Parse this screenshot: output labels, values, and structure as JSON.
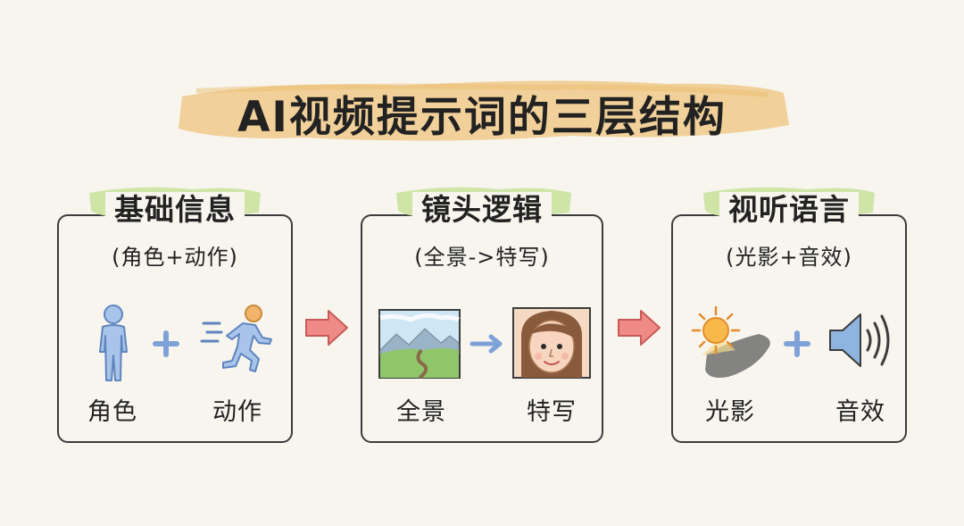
{
  "title": "AI视频提示词的三层结构",
  "colors": {
    "title_wash": "#f0c98a",
    "panel_title_wash": "#cfe5a8",
    "arrow": "#ef8a86",
    "plus": "#7ea2d8",
    "border": "#3c3c3c"
  },
  "panels": [
    {
      "title": "基础信息",
      "subtitle": "(角色+动作)",
      "left_label": "角色",
      "right_label": "动作",
      "left_icon": "person-standing-icon",
      "connector": "plus-icon",
      "right_icon": "person-running-icon"
    },
    {
      "title": "镜头逻辑",
      "subtitle": "(全景->特写)",
      "left_label": "全景",
      "right_label": "特写",
      "left_icon": "landscape-icon",
      "connector": "arrow-right-icon",
      "right_icon": "face-closeup-icon"
    },
    {
      "title": "视听语言",
      "subtitle": "(光影+音效)",
      "left_label": "光影",
      "right_label": "音效",
      "left_icon": "sun-shadow-icon",
      "connector": "plus-icon",
      "right_icon": "speaker-icon"
    }
  ]
}
